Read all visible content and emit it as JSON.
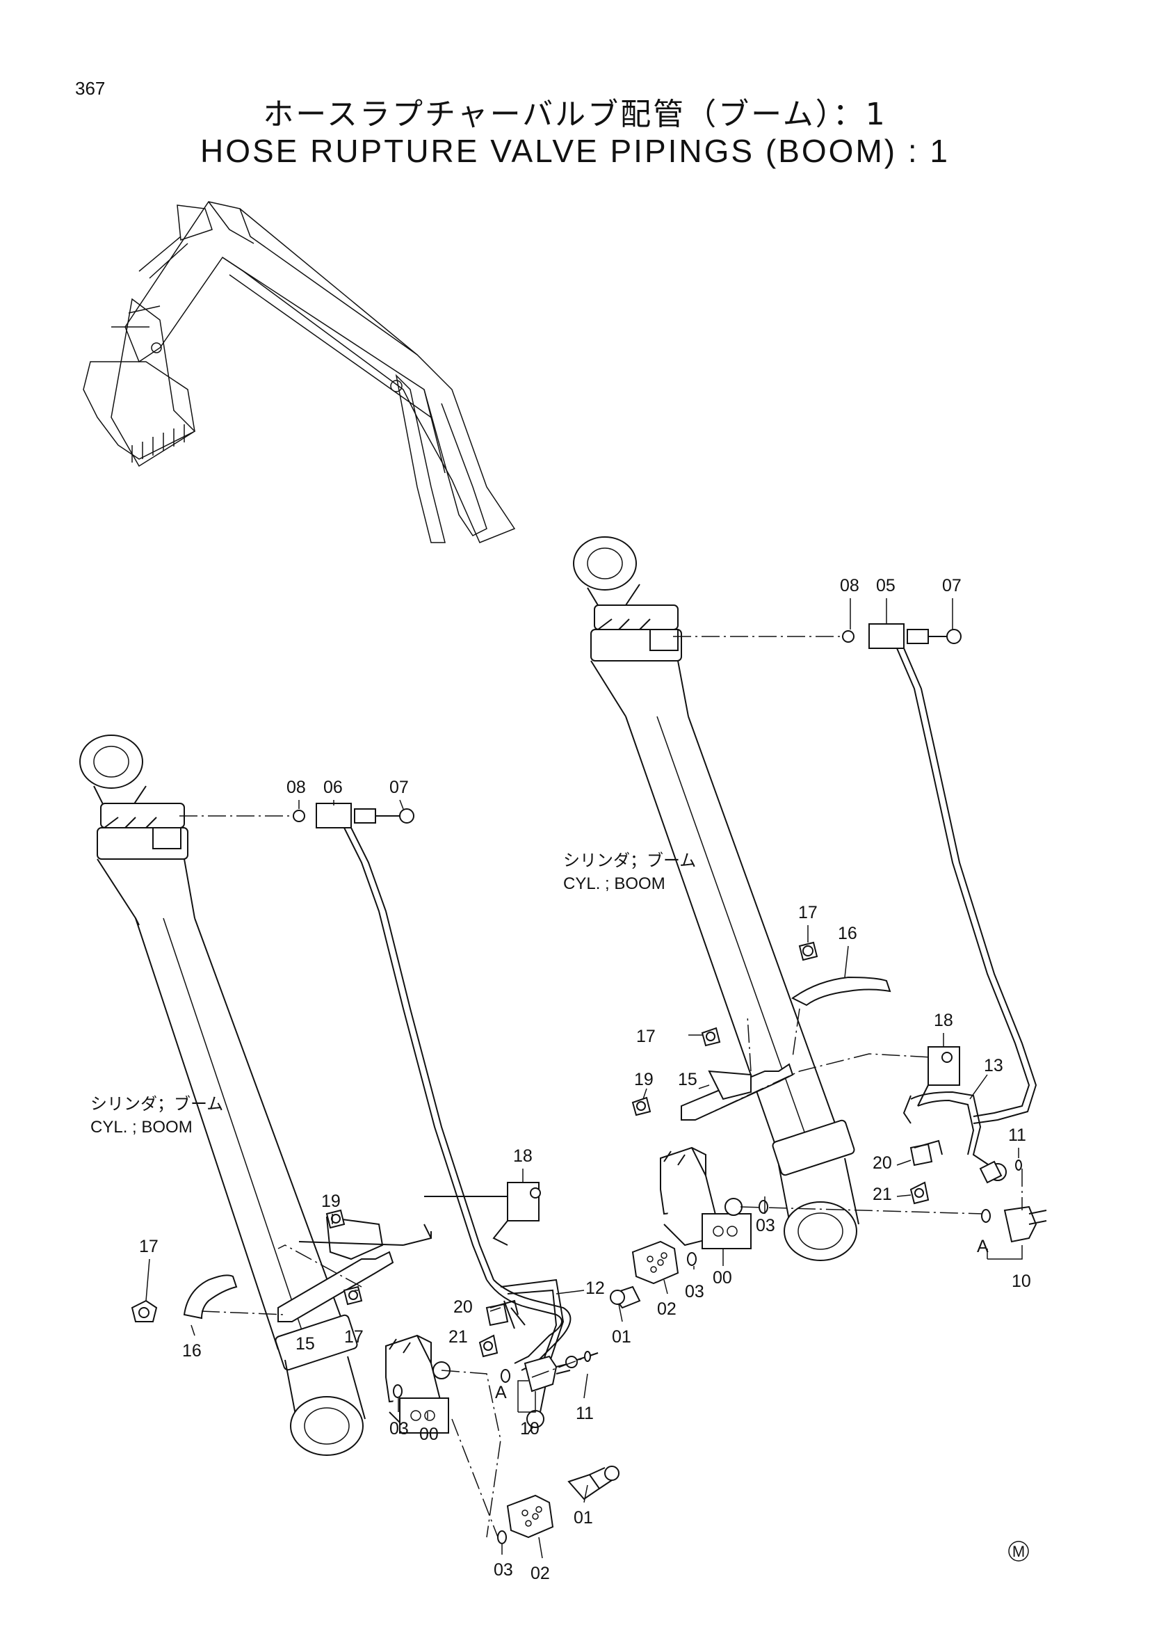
{
  "page": {
    "number": "367",
    "title_jp": "ホースラプチャーバルブ配管（ブーム）：1",
    "title_en": "HOSE RUPTURE VALVE PIPINGS (BOOM) : 1"
  },
  "labels": {
    "cyl_boom_jp": "シリンダ；ブーム",
    "cyl_boom_en": "CYL. ; BOOM",
    "view_a": "A",
    "maker_mark": "M"
  },
  "callouts": {
    "left": {
      "c08": "08",
      "c06": "06",
      "c07": "07",
      "c18": "18",
      "c19": "19",
      "c17a": "17",
      "c17b": "17",
      "c16": "16",
      "c15": "15",
      "c12": "12",
      "c20": "20",
      "c21": "21",
      "c11": "11",
      "c10": "10",
      "c03a": "03",
      "c00": "00",
      "c03b": "03",
      "c02": "02",
      "c01": "01"
    },
    "right": {
      "c08": "08",
      "c05": "05",
      "c07": "07",
      "c17a": "17",
      "c16": "16",
      "c17b": "17",
      "c19": "19",
      "c15": "15",
      "c18": "18",
      "c13": "13",
      "c11": "11",
      "c20": "20",
      "c21": "21",
      "c10": "10",
      "c03a": "03",
      "c00": "00",
      "c03b": "03",
      "c02": "02",
      "c01": "01"
    }
  }
}
